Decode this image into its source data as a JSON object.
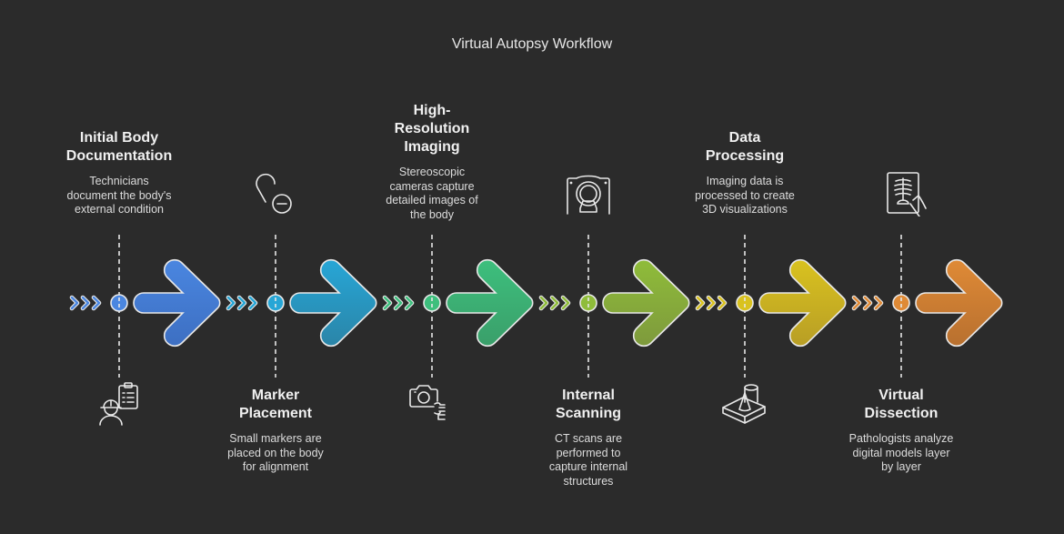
{
  "title": "Virtual Autopsy Workflow",
  "steps": [
    {
      "heading": "Initial Body Documentation",
      "heading_lines": [
        "Initial Body",
        "Documentation"
      ],
      "description": "Technicians document the body's external condition",
      "desc_lines": [
        "Technicians",
        "document the body's",
        "external condition"
      ],
      "position": "top",
      "icon": "technician-clipboard-icon",
      "color": "#4a86e0",
      "color_dark": "#3d6fc2"
    },
    {
      "heading": "Marker Placement",
      "heading_lines": [
        "Marker",
        "Placement"
      ],
      "description": "Small markers are placed on the body for alignment",
      "desc_lines": [
        "Small markers are",
        "placed on the body",
        "for alignment"
      ],
      "position": "bottom",
      "icon": "location-pin-minus-icon",
      "color": "#27a6d6",
      "color_dark": "#2a85a8"
    },
    {
      "heading": "High-Resolution Imaging",
      "heading_lines": [
        "High-",
        "Resolution",
        "Imaging"
      ],
      "description": "Stereoscopic cameras capture detailed images of the body",
      "desc_lines": [
        "Stereoscopic",
        "cameras capture",
        "detailed images of",
        "the body"
      ],
      "position": "top",
      "icon": "camera-hand-icon",
      "color": "#3dbf7d",
      "color_dark": "#3a9f6a"
    },
    {
      "heading": "Internal Scanning",
      "heading_lines": [
        "Internal",
        "Scanning"
      ],
      "description": "CT scans are performed to capture internal structures",
      "desc_lines": [
        "CT scans are",
        "performed to",
        "capture internal",
        "structures"
      ],
      "position": "bottom",
      "icon": "ct-scanner-icon",
      "color": "#8fbc3a",
      "color_dark": "#7e9a3c"
    },
    {
      "heading": "Data Processing",
      "heading_lines": [
        "Data",
        "Processing"
      ],
      "description": "Imaging data is processed to create 3D visualizations",
      "desc_lines": [
        "Imaging data is",
        "processed to create",
        "3D visualizations"
      ],
      "position": "top",
      "icon": "3d-shapes-icon",
      "color": "#d9c21f",
      "color_dark": "#b89e25"
    },
    {
      "heading": "Virtual Dissection",
      "heading_lines": [
        "Virtual",
        "Dissection"
      ],
      "description": "Pathologists analyze digital models layer by layer",
      "desc_lines": [
        "Pathologists analyze",
        "digital models layer",
        "by layer"
      ],
      "position": "bottom",
      "icon": "xray-hand-icon",
      "color": "#df8a36",
      "color_dark": "#b8702f"
    }
  ]
}
